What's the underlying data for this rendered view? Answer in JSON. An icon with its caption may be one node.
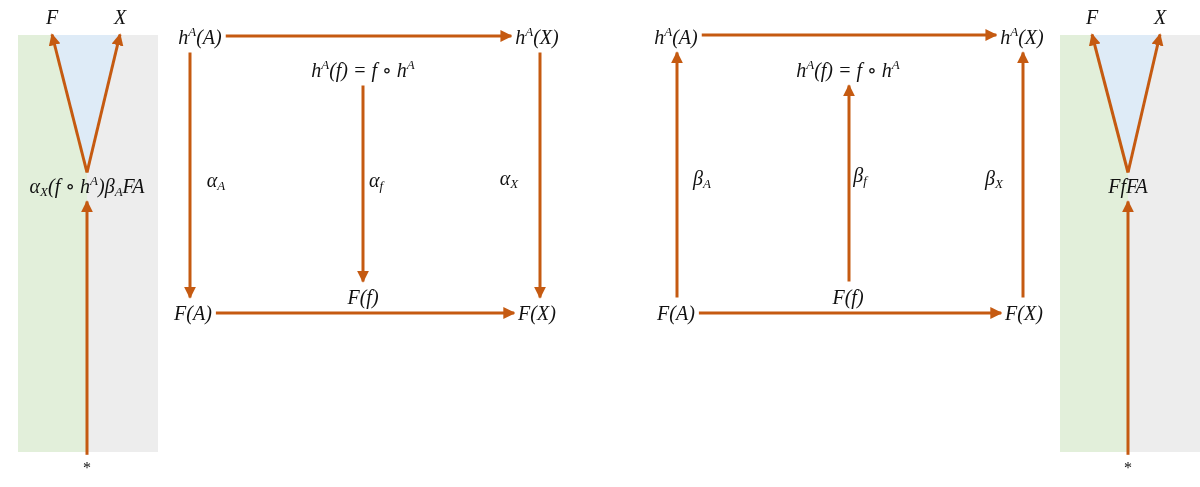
{
  "diagram": {
    "nodes": [
      {
        "text": [
          "F"
        ]
      },
      {
        "text": [
          "X"
        ]
      },
      {
        "text": [
          "α$_{X}$(f ∘ h$^{A}$)β$_{A}$FA"
        ]
      },
      {
        "text": [
          "*"
        ]
      },
      {
        "text": [
          "h$^{A}$(A)"
        ]
      },
      {
        "text": [
          "h$^{A}$(X)"
        ]
      },
      {
        "text": [
          "h$^{A}$(f) = f ∘ h$^{A}$"
        ]
      },
      {
        "text": [
          "F(f)"
        ]
      },
      {
        "text": [
          "F(A)"
        ]
      },
      {
        "text": [
          "F(X)"
        ]
      },
      {
        "text": [
          "h$^{A}$(A)"
        ]
      },
      {
        "text": [
          "h$^{A}$(X)"
        ]
      },
      {
        "text": [
          "h$^{A}$(f) = f ∘ h$^{A}$"
        ]
      },
      {
        "text": [
          "F(f)"
        ]
      },
      {
        "text": [
          "F(A)"
        ]
      },
      {
        "text": [
          "F(X)"
        ]
      },
      {
        "text": [
          "F"
        ]
      },
      {
        "text": [
          "X"
        ]
      },
      {
        "text": [
          "FfFA"
        ]
      },
      {
        "text": [
          "*"
        ]
      }
    ],
    "edges": [
      {
        "from": 3,
        "to": 2,
        "arrow": "to"
      },
      {
        "from": 2,
        "to": 0,
        "arrow": "to"
      },
      {
        "from": 2,
        "to": 1,
        "arrow": "to"
      },
      {
        "from": 4,
        "to": 5,
        "arrow": "to"
      },
      {
        "from": 4,
        "to": 8,
        "arrow": "to",
        "label": "α$_{A}$"
      },
      {
        "from": 6,
        "to": 7,
        "arrow": "to",
        "label": "α$_{f}$"
      },
      {
        "from": 5,
        "to": 9,
        "arrow": "to",
        "label": "α$_{X}$"
      },
      {
        "from": 8,
        "to": 9,
        "arrow": "to"
      },
      {
        "from": 10,
        "to": 11,
        "arrow": "to"
      },
      {
        "from": 14,
        "to": 10,
        "arrow": "to",
        "label": "β$_{A}$"
      },
      {
        "from": 13,
        "to": 12,
        "arrow": "to",
        "label": "β$_{f}$"
      },
      {
        "from": 15,
        "to": 11,
        "arrow": "to",
        "label": "β$_{X}$"
      },
      {
        "from": 14,
        "to": 15,
        "arrow": "to"
      },
      {
        "from": 19,
        "to": 18,
        "arrow": "to"
      },
      {
        "from": 18,
        "to": 16,
        "arrow": "to"
      },
      {
        "from": 18,
        "to": 17,
        "arrow": "to"
      }
    ]
  }
}
